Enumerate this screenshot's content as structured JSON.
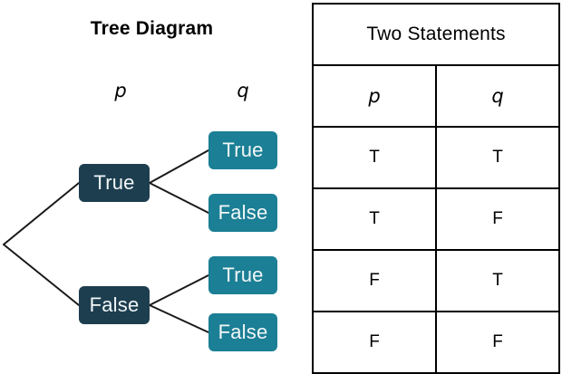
{
  "tree": {
    "title": "Tree Diagram",
    "column_labels": {
      "p": "p",
      "q": "q"
    },
    "nodes": {
      "p_true": "True",
      "p_false": "False",
      "q_true_1": "True",
      "q_false_1": "False",
      "q_true_2": "True",
      "q_false_2": "False"
    },
    "colors": {
      "p_node": "#1d3e4f",
      "q_node": "#1b7f95",
      "node_text": "#f2f7f8",
      "branch_line": "#1a1a1a"
    }
  },
  "table": {
    "title": "Two Statements",
    "columns": [
      "p",
      "q"
    ],
    "rows": [
      [
        "T",
        "T"
      ],
      [
        "T",
        "F"
      ],
      [
        "F",
        "T"
      ],
      [
        "F",
        "F"
      ]
    ],
    "colors": {
      "border": "#000000",
      "background": "#ffffff",
      "text": "#000000"
    }
  }
}
